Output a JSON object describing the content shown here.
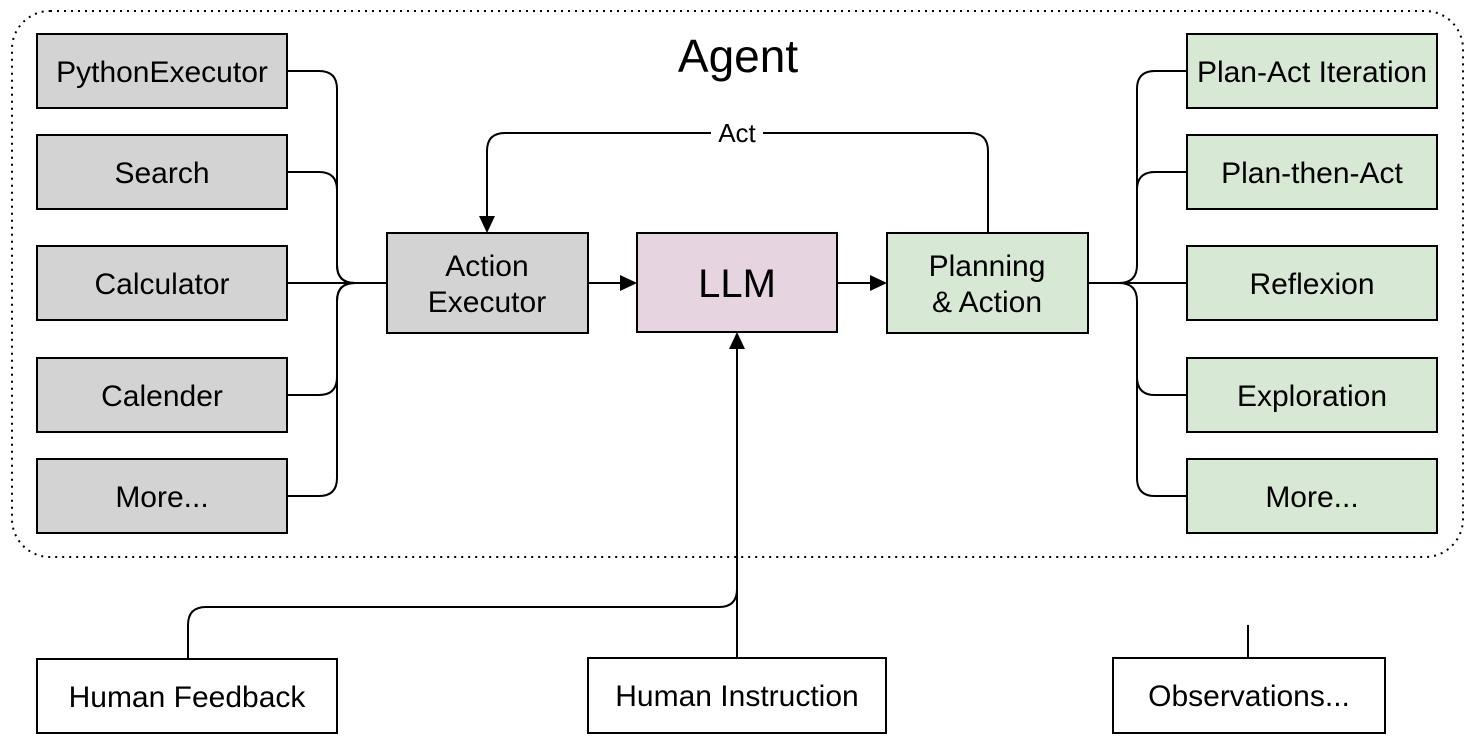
{
  "title": "Agent",
  "loop_label": "Act",
  "tools": [
    {
      "label": "PythonExecutor",
      "muted": false
    },
    {
      "label": "Search",
      "muted": false
    },
    {
      "label": "Calculator",
      "muted": true
    },
    {
      "label": "Calender",
      "muted": true
    },
    {
      "label": "More...",
      "muted": false
    }
  ],
  "core": {
    "action_executor_line1": "Action",
    "action_executor_line2": "Executor",
    "llm": "LLM",
    "planning_line1": "Planning",
    "planning_line2": "& Action"
  },
  "strategies": [
    {
      "label": "Plan-Act Iteration",
      "muted": false
    },
    {
      "label": "Plan-then-Act",
      "muted": false
    },
    {
      "label": "Reflexion",
      "muted": true
    },
    {
      "label": "Exploration",
      "muted": true
    },
    {
      "label": "More...",
      "muted": false
    }
  ],
  "inputs": [
    {
      "label": "Human Feedback"
    },
    {
      "label": "Human Instruction"
    },
    {
      "label": "Observations..."
    }
  ],
  "colors": {
    "tool_fill": "#d3d3d3",
    "strategy_fill": "#d7e8d4",
    "llm_fill": "#e6d4e1",
    "executor_fill": "#d3d3d3",
    "planning_fill": "#d7e8d4",
    "input_fill": "#ffffff",
    "stroke": "#000000",
    "muted_text": "#9e9e9e"
  }
}
